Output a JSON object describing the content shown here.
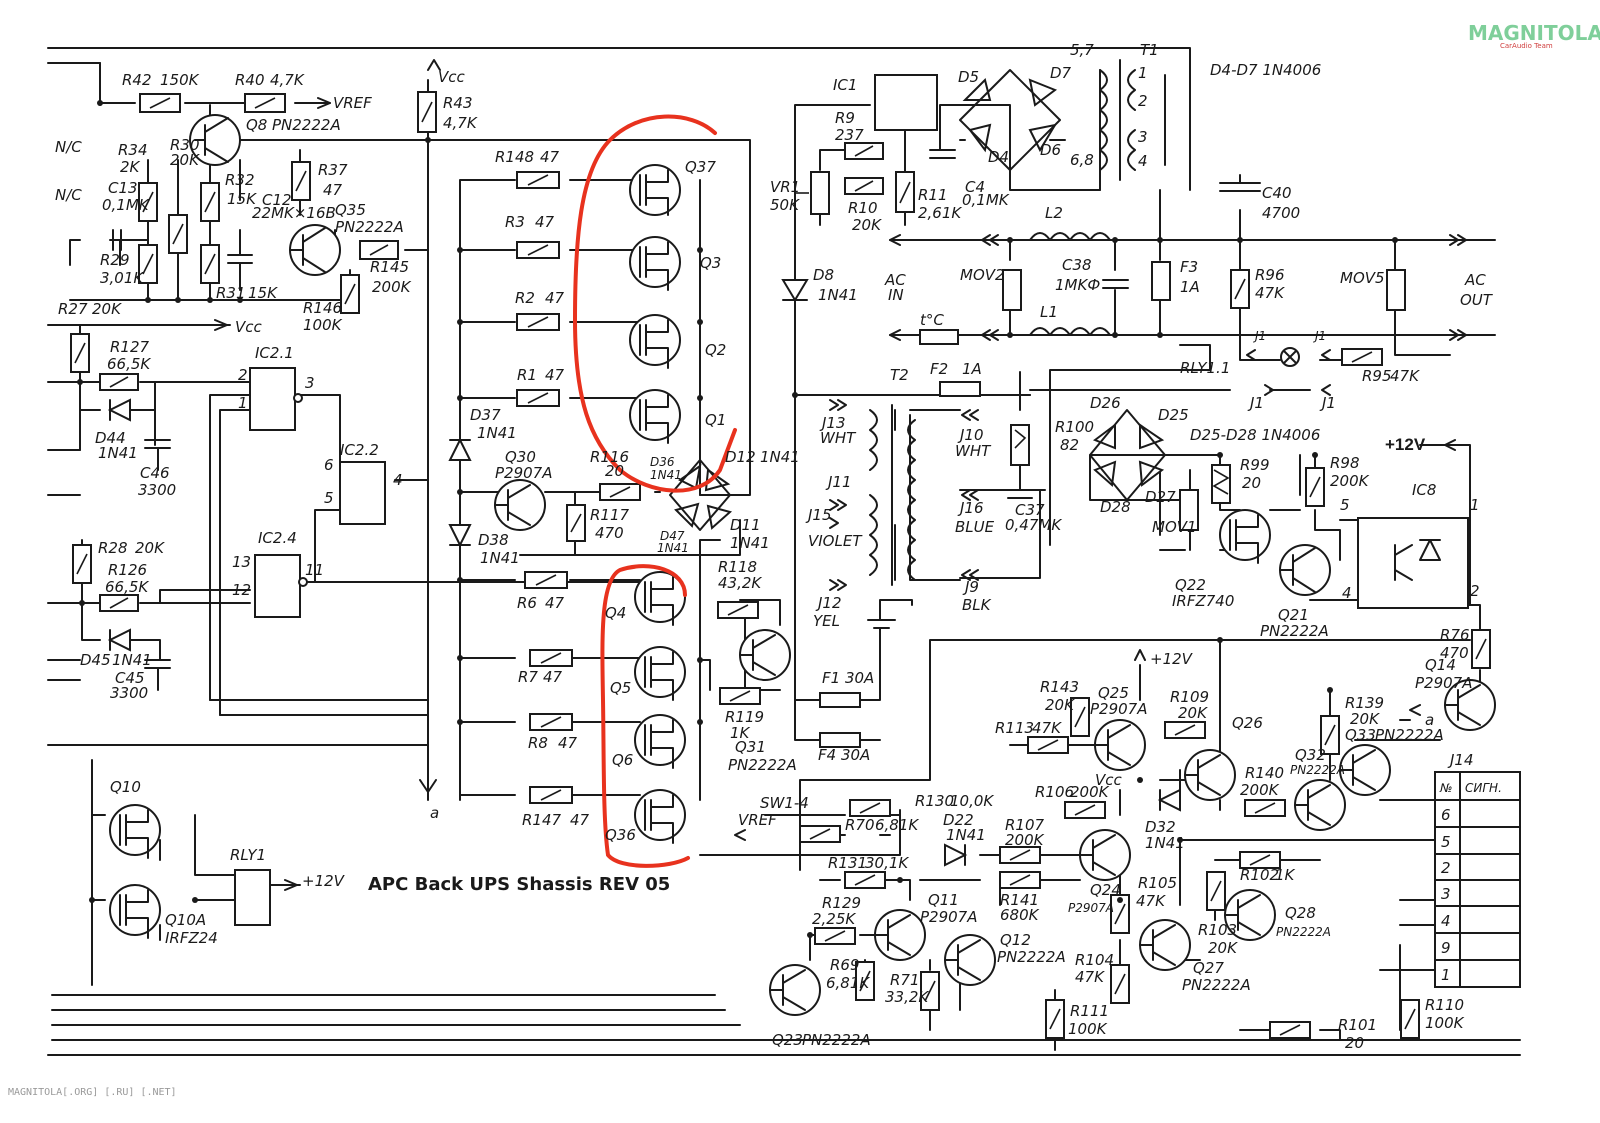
{
  "title": "APC  Back UPS  Shassis REV 05",
  "watermark": {
    "logo": "MAGNITOLA",
    "logo_sub": "CarAudio Team",
    "footer": "MAGNITOLA[.ORG] [.RU] [.NET]"
  },
  "notes": {
    "diodes_top": "D4-D7  1N4006",
    "diodes_mid": "D25-D28  1N4006"
  },
  "power_labels": {
    "vcc": "Vcc",
    "vref": "VREF",
    "vref2": "VREF",
    "plus12v": "+12V",
    "plus12v_b": "+12V",
    "plus12v_c": "+12V",
    "nc1": "N/C",
    "nc2": "N/C",
    "a1": "a",
    "a2": "a"
  },
  "ac": {
    "in": "AC\nIN",
    "in_1": "AC",
    "in_2": "IN",
    "out_1": "AC",
    "out_2": "OUT",
    "tc": "t°C"
  },
  "resistors": [
    {
      "ref": "R42",
      "val": "150K"
    },
    {
      "ref": "R40",
      "val": "4,7K"
    },
    {
      "ref": "R43",
      "val": "4,7K"
    },
    {
      "ref": "R34",
      "val": "2K"
    },
    {
      "ref": "R30",
      "val": "20K"
    },
    {
      "ref": "R32",
      "val": "15K"
    },
    {
      "ref": "R37",
      "val": "47"
    },
    {
      "ref": "R29",
      "val": "3,01K"
    },
    {
      "ref": "R31",
      "val": "15K"
    },
    {
      "ref": "R145",
      "val": "200K"
    },
    {
      "ref": "R146",
      "val": "100K"
    },
    {
      "ref": "R27",
      "val": "20K"
    },
    {
      "ref": "R127",
      "val": "66,5K"
    },
    {
      "ref": "R28",
      "val": "20K"
    },
    {
      "ref": "R126",
      "val": "66,5K"
    },
    {
      "ref": "R148",
      "val": "47"
    },
    {
      "ref": "R3",
      "val": "47"
    },
    {
      "ref": "R2",
      "val": "47"
    },
    {
      "ref": "R1",
      "val": "47"
    },
    {
      "ref": "R116",
      "val": "20"
    },
    {
      "ref": "R117",
      "val": "470"
    },
    {
      "ref": "R6",
      "val": "47"
    },
    {
      "ref": "R118",
      "val": "43,2K"
    },
    {
      "ref": "R7",
      "val": "47"
    },
    {
      "ref": "R8",
      "val": "47"
    },
    {
      "ref": "R147",
      "val": "47"
    },
    {
      "ref": "R119",
      "val": "1K"
    },
    {
      "ref": "R9",
      "val": "237"
    },
    {
      "ref": "R10",
      "val": "20K"
    },
    {
      "ref": "R11",
      "val": "2,61K"
    },
    {
      "ref": "R96",
      "val": "47K"
    },
    {
      "ref": "R95",
      "val": "47K"
    },
    {
      "ref": "R100",
      "val": "82"
    },
    {
      "ref": "R99",
      "val": "20"
    },
    {
      "ref": "R98",
      "val": "200K"
    },
    {
      "ref": "R76",
      "val": "470"
    },
    {
      "ref": "R143",
      "val": "20K"
    },
    {
      "ref": "R109",
      "val": "20K"
    },
    {
      "ref": "R139",
      "val": "20K"
    },
    {
      "ref": "R113",
      "val": "47K"
    },
    {
      "ref": "R106",
      "val": "200K"
    },
    {
      "ref": "R140",
      "val": "200K"
    },
    {
      "ref": "R130",
      "val": "10,0K"
    },
    {
      "ref": "R70",
      "val": "6,81K"
    },
    {
      "ref": "R107",
      "val": "200K"
    },
    {
      "ref": "R131",
      "val": "30,1K"
    },
    {
      "ref": "R141",
      "val": "680K"
    },
    {
      "ref": "R102",
      "val": "1K"
    },
    {
      "ref": "R129",
      "val": "2,25K"
    },
    {
      "ref": "R105",
      "val": "47K"
    },
    {
      "ref": "R103",
      "val": "20K"
    },
    {
      "ref": "R69",
      "val": "6,81K"
    },
    {
      "ref": "R71",
      "val": "33,2K"
    },
    {
      "ref": "R104",
      "val": "47K"
    },
    {
      "ref": "R111",
      "val": "100K"
    },
    {
      "ref": "R101",
      "val": "20"
    },
    {
      "ref": "R110",
      "val": "100K"
    }
  ],
  "capacitors": [
    {
      "ref": "C13",
      "val": "0,1MK"
    },
    {
      "ref": "C12",
      "val": "22MK×16B"
    },
    {
      "ref": "C46",
      "val": "3300"
    },
    {
      "ref": "C45",
      "val": "3300"
    },
    {
      "ref": "C4",
      "val": "0,1MK"
    },
    {
      "ref": "C40",
      "val": "4700"
    },
    {
      "ref": "C38",
      "val": "1MKФ"
    },
    {
      "ref": "C37",
      "val": "0,47MK"
    }
  ],
  "transistors": [
    {
      "ref": "Q8",
      "val": "PN2222A"
    },
    {
      "ref": "Q35",
      "val": "PN2222A"
    },
    {
      "ref": "Q37",
      "val": ""
    },
    {
      "ref": "Q3",
      "val": ""
    },
    {
      "ref": "Q2",
      "val": ""
    },
    {
      "ref": "Q1",
      "val": ""
    },
    {
      "ref": "Q30",
      "val": "P2907A"
    },
    {
      "ref": "Q4",
      "val": ""
    },
    {
      "ref": "Q5",
      "val": ""
    },
    {
      "ref": "Q6",
      "val": ""
    },
    {
      "ref": "Q36",
      "val": ""
    },
    {
      "ref": "Q31",
      "val": "PN2222A"
    },
    {
      "ref": "Q10",
      "val": ""
    },
    {
      "ref": "Q10A",
      "val": "IRFZ24"
    },
    {
      "ref": "Q22",
      "val": "IRFZ740"
    },
    {
      "ref": "Q21",
      "val": "PN2222A"
    },
    {
      "ref": "Q14",
      "val": "P2907A"
    },
    {
      "ref": "Q25",
      "val": "P2907A"
    },
    {
      "ref": "Q26",
      "val": ""
    },
    {
      "ref": "Q32",
      "val": "PN2222A"
    },
    {
      "ref": "Q33",
      "val": "PN2222A"
    },
    {
      "ref": "Q24",
      "val": "P2907A"
    },
    {
      "ref": "Q11",
      "val": "P2907A"
    },
    {
      "ref": "Q12",
      "val": "PN2222A"
    },
    {
      "ref": "Q27",
      "val": "PN2222A"
    },
    {
      "ref": "Q28",
      "val": "PN2222A"
    },
    {
      "ref": "Q23",
      "val": "PN2222A"
    }
  ],
  "diodes": [
    {
      "ref": "D44",
      "val": "1N41"
    },
    {
      "ref": "D45",
      "val": "1N41"
    },
    {
      "ref": "D37",
      "val": "1N41"
    },
    {
      "ref": "D38",
      "val": "1N41"
    },
    {
      "ref": "D36",
      "val": "1N41"
    },
    {
      "ref": "D12",
      "val": "1N41"
    },
    {
      "ref": "D47",
      "val": "1N41"
    },
    {
      "ref": "D11",
      "val": "1N41"
    },
    {
      "ref": "D8",
      "val": "1N41"
    },
    {
      "ref": "D5",
      "val": ""
    },
    {
      "ref": "D7",
      "val": ""
    },
    {
      "ref": "D4",
      "val": ""
    },
    {
      "ref": "D6",
      "val": ""
    },
    {
      "ref": "D26",
      "val": ""
    },
    {
      "ref": "D25",
      "val": ""
    },
    {
      "ref": "D28",
      "val": ""
    },
    {
      "ref": "D27",
      "val": ""
    },
    {
      "ref": "D22",
      "val": "1N41"
    },
    {
      "ref": "D32",
      "val": "1N41"
    }
  ],
  "ics": [
    {
      "ref": "IC2.1",
      "pins": [
        "2",
        "1",
        "3"
      ]
    },
    {
      "ref": "IC2.2",
      "pins": [
        "6",
        "5",
        "4"
      ]
    },
    {
      "ref": "IC2.4",
      "pins": [
        "13",
        "12",
        "11"
      ]
    },
    {
      "ref": "IC1",
      "pins": []
    },
    {
      "ref": "IC8",
      "pins": [
        "5",
        "4",
        "1",
        "2"
      ]
    }
  ],
  "misc": {
    "vr1": "VR1",
    "vr1_val": "50K",
    "t1": "T1",
    "t1_pins": [
      "1",
      "2",
      "3",
      "4"
    ],
    "t1_nums_a": "5,7",
    "t1_nums_b": "6,8",
    "mov2": "MOV2",
    "mov5": "MOV5",
    "mov1": "MOV1",
    "l1": "L1",
    "l2": "L2",
    "f3": "F3",
    "f3_val": "1A",
    "t2": "T2",
    "f2": "F2",
    "f2_val": "1A",
    "rly11": "RLY1.1",
    "j1": "J1",
    "j13": "J13",
    "j13c": "WHT",
    "j11": "J11",
    "j15": "J15",
    "j15c": "VIOLET",
    "j12": "J12",
    "j12c": "YEL",
    "j10": "J10",
    "j10c": "WHT",
    "j16": "J16",
    "j16c": "BLUE",
    "j9": "J9",
    "j9c": "BLK",
    "f1": "F1 30A",
    "f4": "F4 30A",
    "sw": "SW1-4",
    "rly1": "RLY1",
    "j14": "J14"
  },
  "j14_table": {
    "headers": [
      "№",
      "СИГН."
    ],
    "rows": [
      "6",
      "5",
      "2",
      "3",
      "4",
      "9",
      "1"
    ]
  }
}
